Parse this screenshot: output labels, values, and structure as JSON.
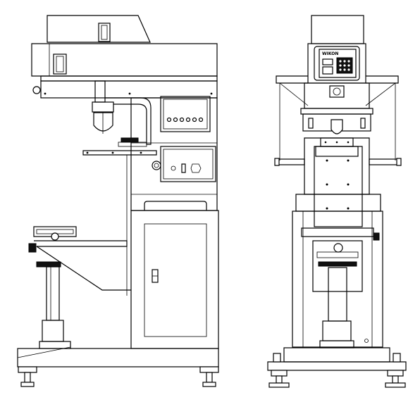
{
  "figure": {
    "views": [
      {
        "id": "side",
        "label": ""
      },
      {
        "id": "front",
        "label": ""
      }
    ],
    "controller_brand_text": "WIKON",
    "line_color": "#000000",
    "background": "#ffffff"
  }
}
